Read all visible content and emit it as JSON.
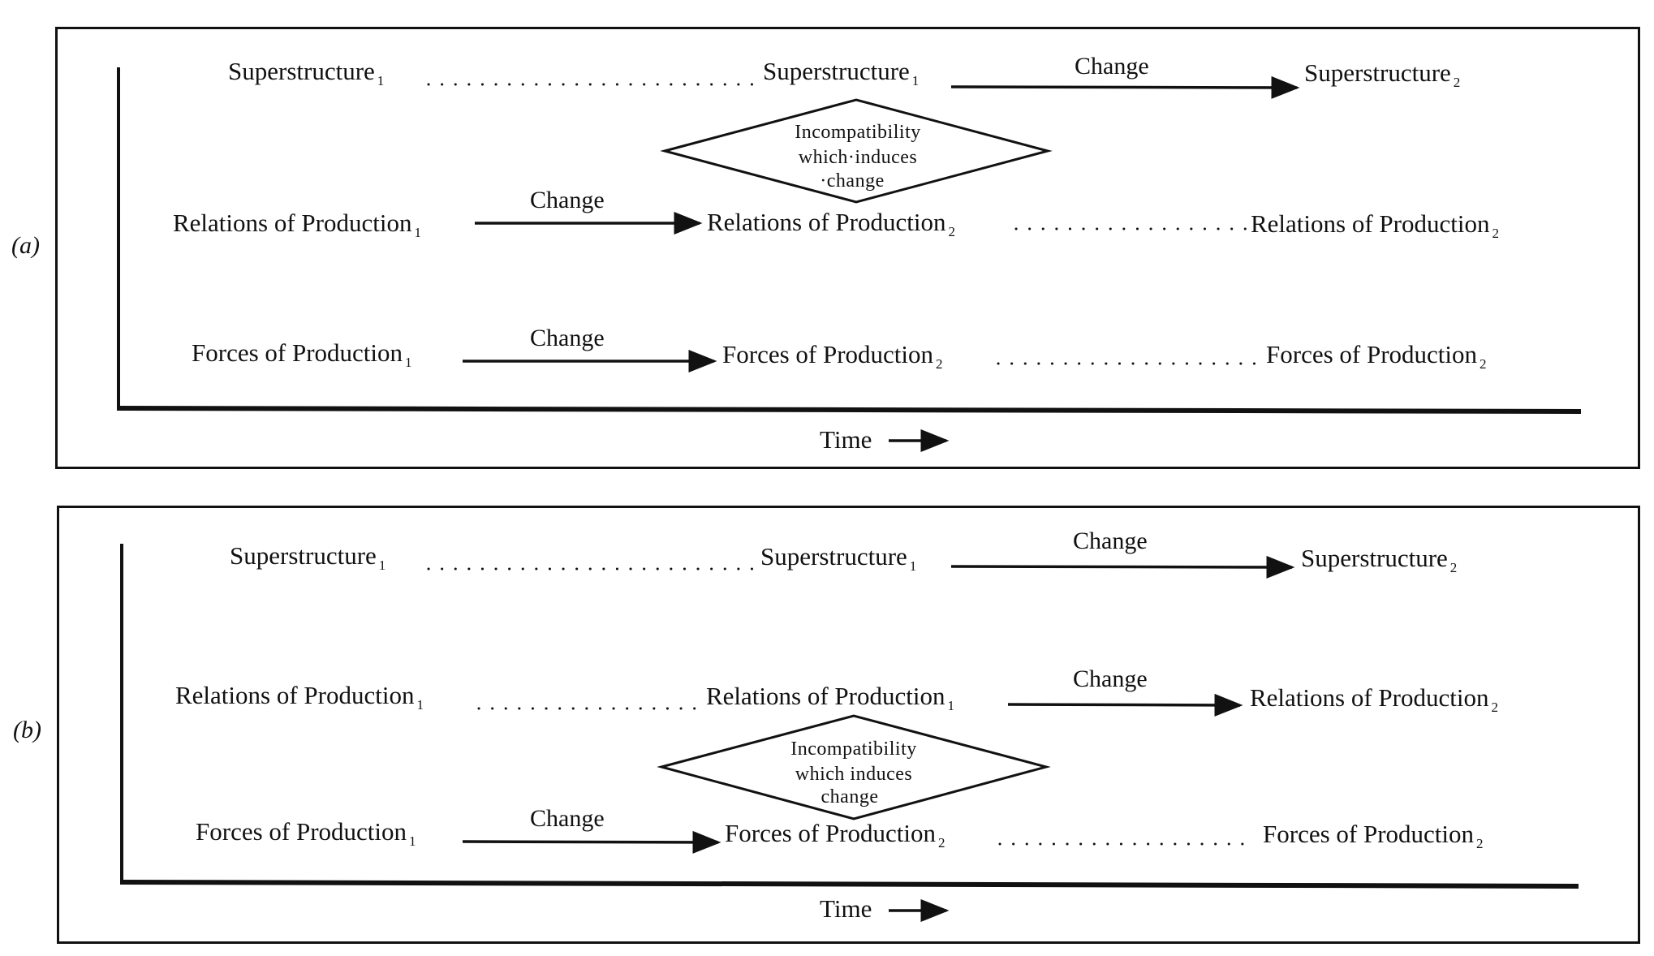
{
  "figure": {
    "panels": [
      {
        "label": "(a)",
        "superstructure_row": {
          "start": {
            "text": "Superstructure",
            "sub": "1"
          },
          "middle": {
            "text": "Superstructure",
            "sub": "1"
          },
          "end": {
            "text": "Superstructure",
            "sub": "2"
          },
          "change_label": "Change"
        },
        "relations_row": {
          "start": {
            "text": "Relations of Production",
            "sub": "1"
          },
          "middle": {
            "text": "Relations of Production",
            "sub": "2"
          },
          "end": {
            "text": "Relations of Production",
            "sub": "2"
          },
          "change_label": "Change"
        },
        "forces_row": {
          "start": {
            "text": "Forces of Production",
            "sub": "1"
          },
          "middle": {
            "text": "Forces of Production",
            "sub": "2"
          },
          "end": {
            "text": "Forces of Production",
            "sub": "2"
          },
          "change_label": "Change"
        },
        "incompatibility": {
          "lines": [
            "Incompatibility",
            "which·induces",
            "·change"
          ],
          "between": [
            "Superstructure",
            "Relations of Production"
          ]
        },
        "time_axis_label": "Time",
        "time_arrow": "→"
      },
      {
        "label": "(b)",
        "superstructure_row": {
          "start": {
            "text": "Superstructure",
            "sub": "1"
          },
          "middle": {
            "text": "Superstructure",
            "sub": "1"
          },
          "end": {
            "text": "Superstructure",
            "sub": "2"
          },
          "change_label": "Change"
        },
        "relations_row": {
          "start": {
            "text": "Relations of Production",
            "sub": "1"
          },
          "middle": {
            "text": "Relations of Production",
            "sub": "1"
          },
          "end": {
            "text": "Relations of Production",
            "sub": "2"
          },
          "change_label": "Change"
        },
        "forces_row": {
          "start": {
            "text": "Forces of Production",
            "sub": "1"
          },
          "middle": {
            "text": "Forces of Production",
            "sub": "2"
          },
          "end": {
            "text": "Forces of Production",
            "sub": "2"
          },
          "change_label": "Change"
        },
        "incompatibility": {
          "lines": [
            "Incompatibility",
            "which induces",
            "change"
          ],
          "between": [
            "Relations of Production",
            "Forces of Production"
          ]
        },
        "time_axis_label": "Time",
        "time_arrow": "→"
      }
    ]
  },
  "colors": {
    "ink": "#111111",
    "background": "#ffffff"
  }
}
